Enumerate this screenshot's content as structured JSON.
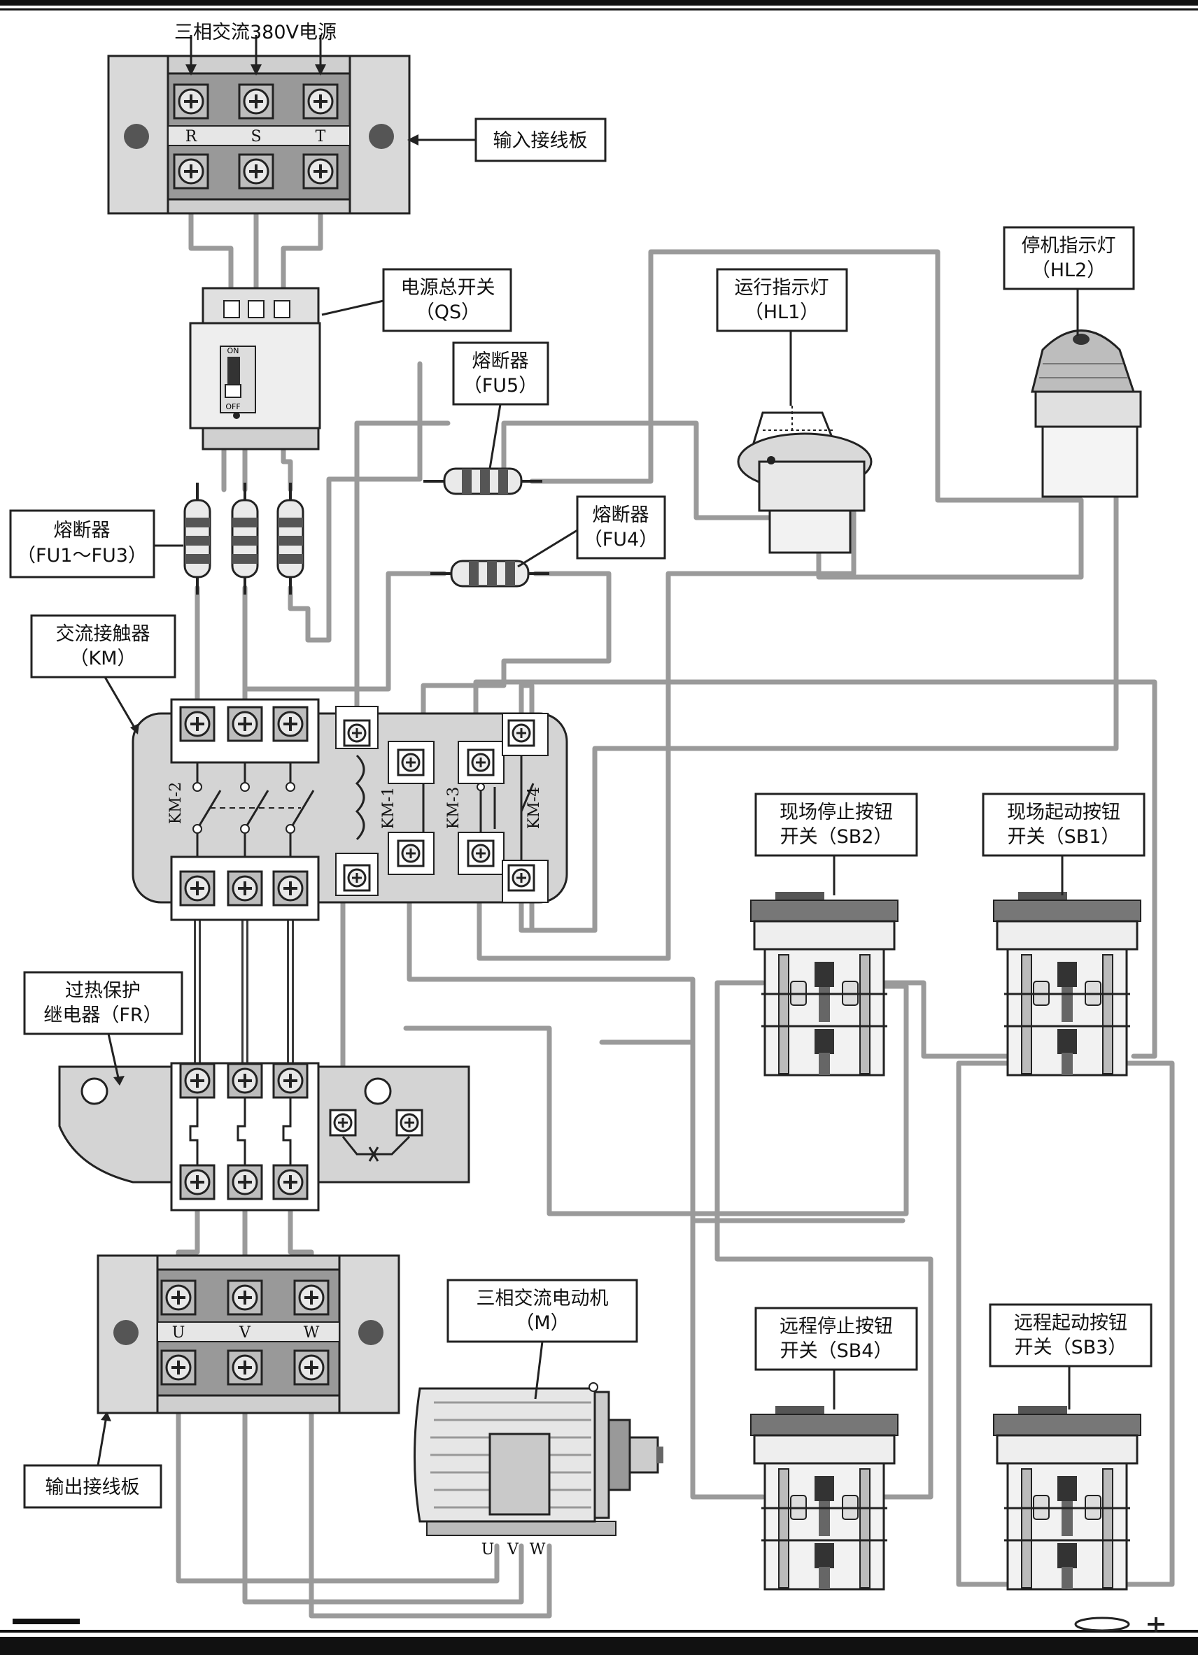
{
  "labels": {
    "power_source": "三相交流380V电源",
    "input_board": "输入接线板",
    "qs": [
      "电源总开关",
      "（QS）"
    ],
    "fu5": [
      "熔断器",
      "（FU5）"
    ],
    "fu4": [
      "熔断器",
      "（FU4）"
    ],
    "fu13": [
      "熔断器",
      "（FU1～FU3）"
    ],
    "km": [
      "交流接触器",
      "（KM）"
    ],
    "hl1": [
      "运行指示灯",
      "（HL1）"
    ],
    "hl2": [
      "停机指示灯",
      "（HL2）"
    ],
    "fr": [
      "过热保护",
      "继电器（FR）"
    ],
    "sb2": [
      "现场停止按钮",
      "开关（SB2）"
    ],
    "sb1": [
      "现场起动按钮",
      "开关（SB1）"
    ],
    "motor": [
      "三相交流电动机",
      "（M）"
    ],
    "sb4": [
      "远程停止按钮",
      "开关（SB4）"
    ],
    "sb3": [
      "远程起动按钮",
      "开关（SB3）"
    ],
    "output_board": "输出接线板"
  },
  "terminals": {
    "input": [
      "R",
      "S",
      "T"
    ],
    "output": [
      "U",
      "V",
      "W"
    ],
    "motor": [
      "U",
      "V",
      "W"
    ],
    "km_parts": [
      "KM-2",
      "KM-1",
      "KM-3",
      "KM-4"
    ],
    "qs_on": "ON",
    "qs_off": "OFF"
  },
  "colors": {
    "wire": "#9a9a9a",
    "device_fill": "#d4d4d4",
    "terminal_fill": "#c8c8c8"
  }
}
